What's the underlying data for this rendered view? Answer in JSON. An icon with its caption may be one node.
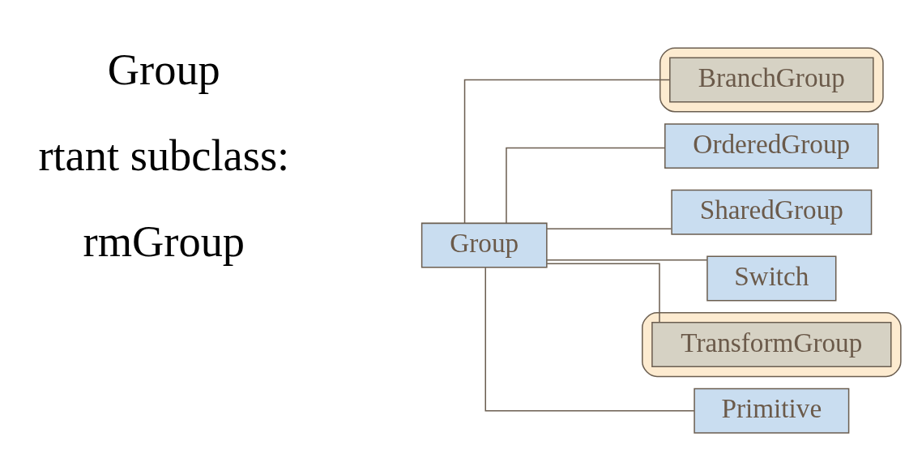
{
  "diagram": {
    "nodes": [
      {
        "text": [
          "Group"
        ]
      },
      {
        "text": [],
        "shape": "box"
      },
      {
        "text": [
          "BranchGroup"
        ],
        "in": 1
      },
      {
        "text": [
          "OrderedGroup"
        ]
      },
      {
        "text": [
          "SharedGroup"
        ]
      },
      {
        "text": [
          "Switch"
        ]
      },
      {
        "text": [],
        "shape": "box"
      },
      {
        "text": [
          "TransformGroup"
        ],
        "in": 6
      },
      {
        "text": [
          "Primitive"
        ]
      }
    ],
    "edges": [
      {
        "from": 0,
        "to": 2,
        "arrow": "none"
      },
      {
        "from": 0,
        "to": 3,
        "arrow": "none"
      },
      {
        "from": 0,
        "to": 4,
        "arrow": "none"
      },
      {
        "from": 0,
        "to": 5,
        "arrow": "none"
      },
      {
        "from": 0,
        "to": 7,
        "arrow": "none"
      },
      {
        "from": 0,
        "to": 8,
        "arrow": "none"
      }
    ],
    "labels": [
      "rtant subclass:",
      "Group",
      "rmGroup"
    ]
  }
}
